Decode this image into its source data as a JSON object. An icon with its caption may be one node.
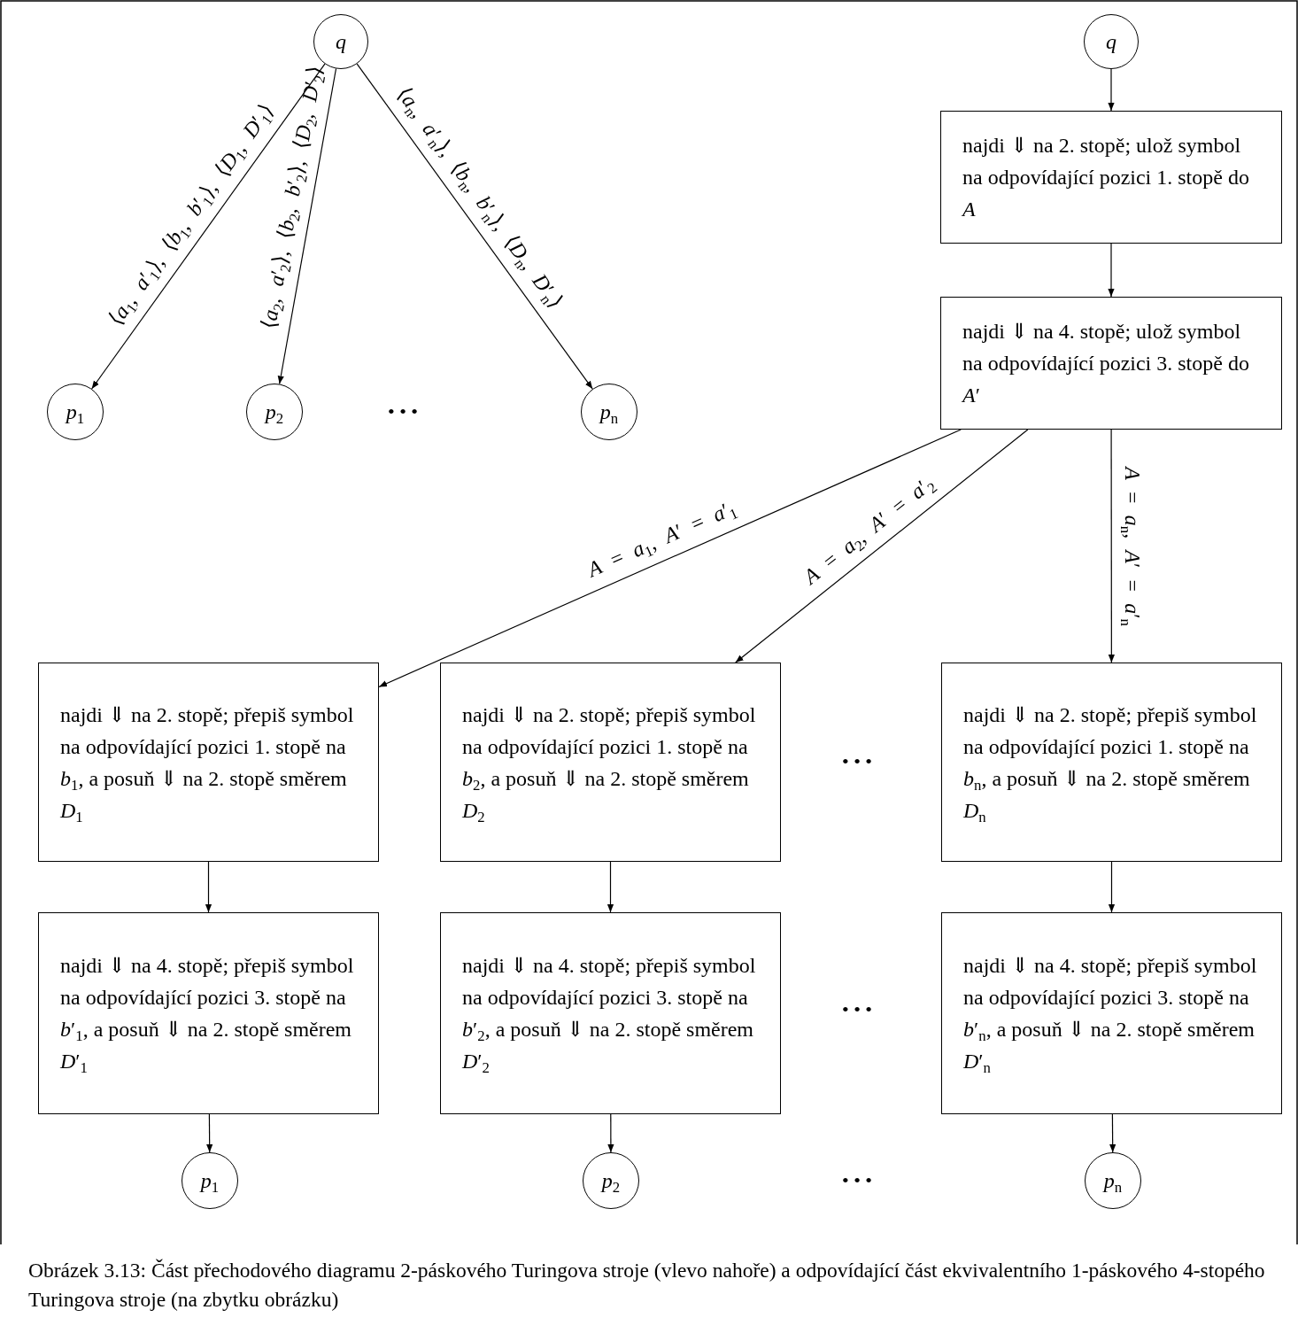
{
  "diagram": {
    "caption": "Obrázek 3.13: Část přechodového diagramu 2-páskového Turingova stroje (vlevo nahoře) a odpovídající část ekvivalentního 1-páskového 4-stopého Turingova stroje (na zbytku obrázku)",
    "nodes": [
      {
        "text": [
          "q"
        ]
      },
      {
        "text": [
          "p$_{1}$"
        ]
      },
      {
        "text": [
          "p$_{2}$"
        ]
      },
      {
        "text": [
          "p$_{n}$"
        ]
      },
      {
        "text": [
          "q"
        ]
      },
      {
        "text": [
          "najdi ⇓ na 2. stopě; ulož symbol na odpovídající pozici 1. stopě do *A*"
        ]
      },
      {
        "text": [
          "najdi ⇓ na 4. stopě; ulož symbol na odpovídající pozici 3. stopě do *A*′"
        ]
      },
      {
        "text": [
          "najdi ⇓ na 2. stopě; přepiš symbol na odpovídající pozici 1. stopě na *b*$_{1}$, a posuň ⇓ na 2. stopě směrem *D*$_{1}$"
        ]
      },
      {
        "text": [
          "najdi ⇓ na 2. stopě; přepiš symbol na odpovídající pozici 1. stopě na *b*$_{2}$, a posuň ⇓ na 2. stopě směrem *D*$_{2}$"
        ]
      },
      {
        "text": [
          "najdi ⇓ na 2. stopě; přepiš symbol na odpovídající pozici 1. stopě na *b*$_{n}$, a posuň ⇓ na 2. stopě směrem *D*$_{n}$"
        ]
      },
      {
        "text": [
          "najdi ⇓ na 4. stopě; přepiš symbol na odpovídající pozici 3. stopě na *b*′$_{1}$, a posuň ⇓ na 2. stopě směrem *D*′$_{1}$"
        ]
      },
      {
        "text": [
          "najdi ⇓ na 4. stopě; přepiš symbol na odpovídající pozici 3. stopě na *b*′$_{2}$, a posuň ⇓ na 2. stopě směrem *D*′$_{2}$"
        ]
      },
      {
        "text": [
          "najdi ⇓ na 4. stopě; přepiš symbol na odpovídající pozici 3. stopě na *b*′$_{n}$, a posuň ⇓ na 2. stopě směrem *D*′$_{n}$"
        ]
      },
      {
        "text": [
          "p$_{1}$"
        ]
      },
      {
        "text": [
          "p$_{2}$"
        ]
      },
      {
        "text": [
          "p$_{n}$"
        ]
      }
    ],
    "edges": [
      {
        "from": 0,
        "to": 1,
        "arrow": "to",
        "label": "⟨*a*$_{1}$, *a*′$_{1}$⟩, ⟨*b*$_{1}$, *b*′$_{1}$⟩, ⟨*D*$_{1}$, *D*′$_{1}$⟩"
      },
      {
        "from": 0,
        "to": 2,
        "arrow": "to",
        "label": "⟨*a*$_{2}$, *a*′$_{2}$⟩, ⟨*b*$_{2}$, *b*′$_{2}$⟩, ⟨*D*$_{2}$, *D*′$_{2}$⟩"
      },
      {
        "from": 0,
        "to": 3,
        "arrow": "to",
        "label": "⟨*a*$_{n}$, *a*′$_{n}$⟩, ⟨*b*$_{n}$, *b*′$_{n}$⟩, ⟨*D*$_{n}$, *D*′$_{n}$⟩"
      },
      {
        "from": 4,
        "to": 5,
        "arrow": "to"
      },
      {
        "from": 5,
        "to": 6,
        "arrow": "to"
      },
      {
        "from": 6,
        "to": 7,
        "arrow": "to",
        "label": "*A* = *a*$_{1}$, *A*′ = *a*′$_{1}$"
      },
      {
        "from": 6,
        "to": 8,
        "arrow": "to",
        "label": "*A* = *a*$_{2}$, *A*′ = *a*′$_{2}$"
      },
      {
        "from": 6,
        "to": 9,
        "arrow": "to",
        "label": "*A* = *a*$_{n}$, *A*′ = *a*′$_{n}$"
      },
      {
        "from": 7,
        "to": 10,
        "arrow": "to"
      },
      {
        "from": 8,
        "to": 11,
        "arrow": "to"
      },
      {
        "from": 9,
        "to": 12,
        "arrow": "to"
      },
      {
        "from": 10,
        "to": 13,
        "arrow": "to"
      },
      {
        "from": 11,
        "to": 14,
        "arrow": "to"
      },
      {
        "from": 12,
        "to": 15,
        "arrow": "to"
      }
    ],
    "labels": [
      "• • •",
      "• • •",
      "• • •",
      "• • •"
    ]
  }
}
